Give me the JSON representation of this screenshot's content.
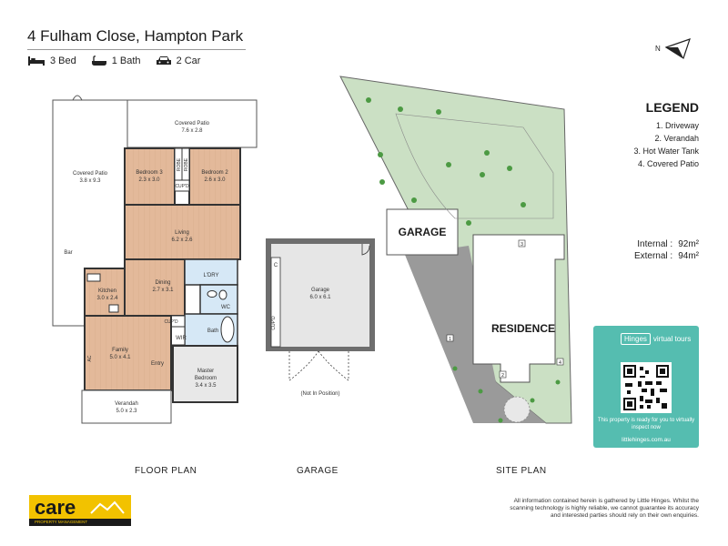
{
  "header": {
    "address": "4 Fulham Close, Hampton Park",
    "bed": "3 Bed",
    "bath": "1 Bath",
    "car": "2 Car",
    "north": "N"
  },
  "floor_plan": {
    "label": "FLOOR PLAN",
    "rooms": {
      "covered_patio_top": "Covered Patio",
      "covered_patio_top_dim": "7.6 x 2.8",
      "covered_patio_left": "Covered Patio",
      "covered_patio_left_dim": "3.8 x 9.3",
      "bedroom3": "Bedroom 3",
      "bedroom3_dim": "2.3 x 3.0",
      "bedroom2": "Bedroom 2",
      "bedroom2_dim": "2.6 x 3.0",
      "robe1": "ROBE",
      "robe2": "ROBE",
      "cupd_top": "CUP'D",
      "living": "Living",
      "living_dim": "6.2 x 2.6",
      "bar": "Bar",
      "ldry": "L'DRY",
      "dining": "Dining",
      "dining_dim": "2.7 x 3.1",
      "kitchen": "Kitchen",
      "kitchen_dim": "3.0 x 2.4",
      "wc": "WC",
      "cupd_mid": "CUP'D",
      "bath": "Bath",
      "wir": "WIR",
      "family": "Family",
      "family_dim": "5.0 x 4.1",
      "ac": "AC",
      "entry": "Entry",
      "master": "Master",
      "master2": "Bedroom",
      "master_dim": "3.4 x 3.5",
      "verandah": "Verandah",
      "verandah_dim": "5.0 x 2.3"
    }
  },
  "garage_plan": {
    "label": "GARAGE",
    "room": "Garage",
    "room_dim": "6.0 x 6.1",
    "c": "C",
    "cupd": "CUP'D",
    "note": "(Not In Position)"
  },
  "site_plan": {
    "label": "SITE PLAN",
    "garage": "GARAGE",
    "residence": "RESIDENCE",
    "markers": [
      "1",
      "2",
      "3",
      "4"
    ]
  },
  "legend": {
    "title": "LEGEND",
    "items": [
      "1. Driveway",
      "2. Verandah",
      "3. Hot Water Tank",
      "4. Covered Patio"
    ]
  },
  "areas": {
    "internal_label": "Internal :",
    "internal_value": "92m²",
    "external_label": "External :",
    "external_value": "94m²"
  },
  "card": {
    "logo_left": "Hinges",
    "logo_right": "virtual tours",
    "text": "This property is ready for you to virtually inspect now",
    "url": "littlehinges.com.au"
  },
  "brand": {
    "name": "care",
    "sub": "PROPERTY MANAGEMENT"
  },
  "disclaimer": "All information contained herein is gathered by Little Hinges. Whilst the scanning technology is highly reliable, we cannot guarantee its accuracy and interested parties should rely on their own enquiries.",
  "colors": {
    "wood": "#e3b99a",
    "wet": "#d6e8f6",
    "grass": "#cbe0c4",
    "driveway": "#9a9a9a",
    "garage_floor": "#6e6e6e",
    "teal": "#55bdb0",
    "brand_yellow": "#f2c200"
  }
}
